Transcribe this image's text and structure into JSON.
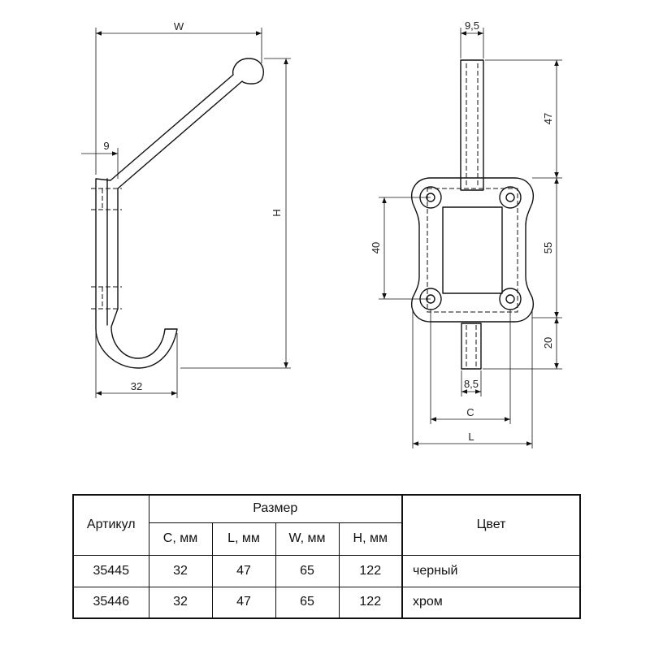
{
  "drawing": {
    "side_view": {
      "width_label": "W",
      "height_label": "H",
      "thickness_label": "9",
      "depth_label": "32"
    },
    "front_view": {
      "top_width_label": "9,5",
      "bottom_width_label": "8,5",
      "upper_length_label": "47",
      "middle_length_label": "55",
      "lower_length_label": "20",
      "hole_spacing_label": "40",
      "center_distance_label": "C",
      "overall_length_label": "L"
    }
  },
  "table": {
    "headers": {
      "article": "Артикул",
      "size": "Размер",
      "color": "Цвет",
      "sub": [
        "C, мм",
        "L, мм",
        "W, мм",
        "H, мм"
      ]
    },
    "rows": [
      {
        "article": "35445",
        "c": "32",
        "l": "47",
        "w": "65",
        "h": "122",
        "color": "черный"
      },
      {
        "article": "35446",
        "c": "32",
        "l": "47",
        "w": "65",
        "h": "122",
        "color": "хром"
      }
    ]
  }
}
